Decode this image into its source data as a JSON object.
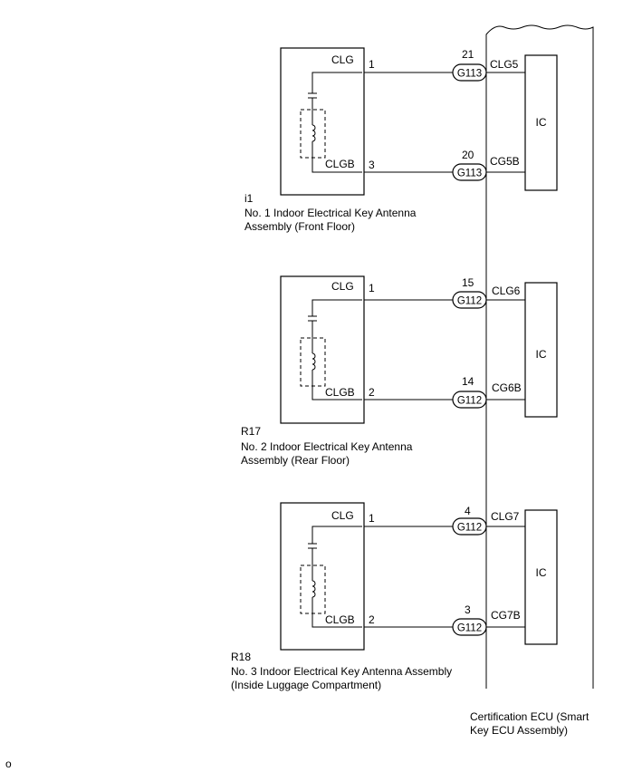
{
  "ecu": {
    "label_line1": "Certification ECU (Smart",
    "label_line2": "Key ECU Assembly)"
  },
  "footer": {
    "mark": "o"
  },
  "antennas": [
    {
      "code": "i1",
      "name_line1": "No. 1 Indoor Electrical Key Antenna",
      "name_line2": "Assembly (Front Floor)",
      "ic_label": "IC",
      "top": {
        "terminal": "CLG",
        "pin": "1",
        "ecu_pin": "21",
        "connector": "G113",
        "ecu_terminal": "CLG5"
      },
      "bottom": {
        "terminal": "CLGB",
        "pin": "3",
        "ecu_pin": "20",
        "connector": "G113",
        "ecu_terminal": "CG5B"
      }
    },
    {
      "code": "R17",
      "name_line1": "No. 2 Indoor Electrical Key Antenna",
      "name_line2": "Assembly (Rear Floor)",
      "ic_label": "IC",
      "top": {
        "terminal": "CLG",
        "pin": "1",
        "ecu_pin": "15",
        "connector": "G112",
        "ecu_terminal": "CLG6"
      },
      "bottom": {
        "terminal": "CLGB",
        "pin": "2",
        "ecu_pin": "14",
        "connector": "G112",
        "ecu_terminal": "CG6B"
      }
    },
    {
      "code": "R18",
      "name_line1": "No. 3 Indoor Electrical Key Antenna Assembly",
      "name_line2": "(Inside Luggage Compartment)",
      "ic_label": "IC",
      "top": {
        "terminal": "CLG",
        "pin": "1",
        "ecu_pin": "4",
        "connector": "G112",
        "ecu_terminal": "CLG7"
      },
      "bottom": {
        "terminal": "CLGB",
        "pin": "2",
        "ecu_pin": "3",
        "connector": "G112",
        "ecu_terminal": "CG7B"
      }
    }
  ]
}
